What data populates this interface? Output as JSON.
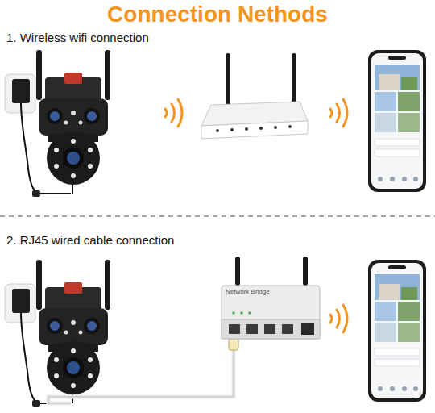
{
  "diagram": {
    "title": "Connection Nethods",
    "labels": [
      "1. Wireless wifi connection",
      "2. RJ45 wired cable connection",
      "Network Bridge"
    ]
  }
}
